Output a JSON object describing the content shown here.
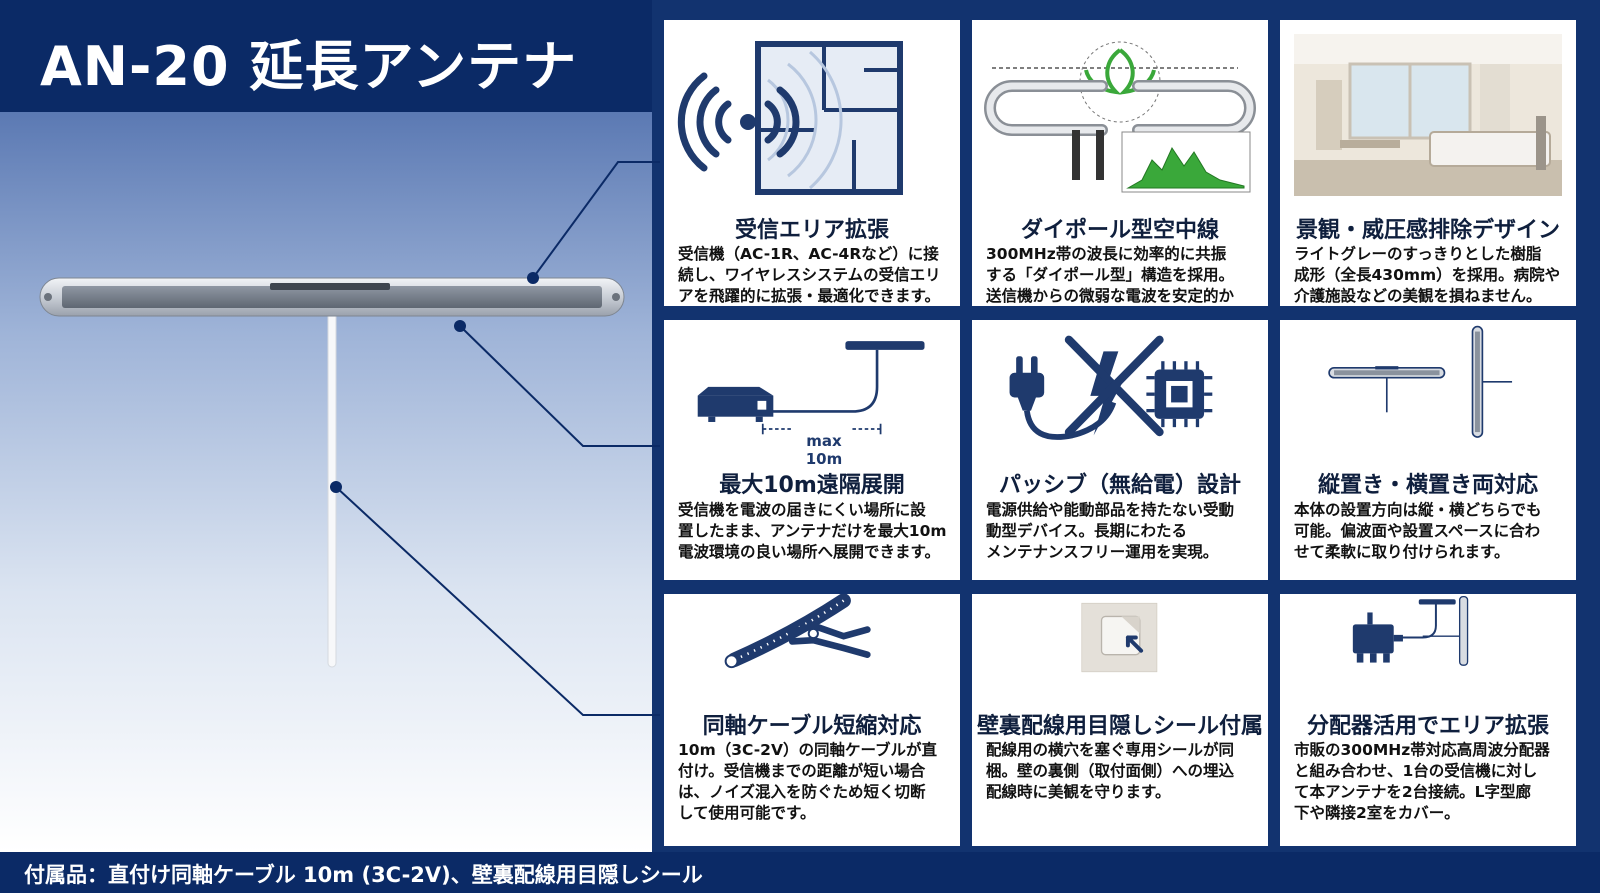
{
  "header": {
    "title": "AN-20 延長アンテナ"
  },
  "footer": {
    "text": "付属品：直付け同軸ケーブル 10m (3C-2V)、壁裏配線用目隠しシール"
  },
  "cards": [
    {
      "title": "受信エリア拡張",
      "lines": [
        "受信機（AC-1R、AC-4Rなど）に接",
        "続し、ワイヤレスシステムの受信エリ",
        "アを飛躍的に拡張・最適化できます。"
      ]
    },
    {
      "title": "ダイポール型空中線",
      "lines": [
        "300MHz帯の波長に効率的に共振",
        "する「ダイポール型」構造を採用。",
        "送信機からの微弱な電波を安定的か"
      ]
    },
    {
      "title": "景観・威圧感排除デザイン",
      "lines": [
        "ライトグレーのすっきりとした樹脂",
        "成形（全長430mm）を採用。病院や",
        "介護施設などの美観を損ねません。"
      ]
    },
    {
      "title": "最大10m遠隔展開",
      "lines": [
        "受信機を電波の届きにくい場所に設",
        "置したまま、アンテナだけを最大10m",
        "電波環境の良い場所へ展開できます。"
      ]
    },
    {
      "title": "パッシブ（無給電）設計",
      "lines": [
        "電源供給や能動部品を持たない受動",
        "動型デバイス。長期にわたる",
        "メンテナンスフリー運用を実現。"
      ]
    },
    {
      "title": "縦置き・横置き両対応",
      "lines": [
        "本体の設置方向は縦・横どちらでも",
        "可能。偏波面や設置スペースに合わ",
        "せて柔軟に取り付けられます。"
      ]
    },
    {
      "title": "同軸ケーブル短縮対応",
      "lines": [
        "10m（3C-2V）の同軸ケーブルが直",
        "付け。受信機までの距離が短い場合",
        "は、ノイズ混入を防ぐため短く切断",
        "して使用可能です。"
      ]
    },
    {
      "title": "壁裏配線用目隠しシール付属",
      "lines": [
        "配線用の横穴を塞ぐ専用シールが同",
        "梱。壁の裏側（取付面側）への埋込",
        "配線時に美観を守ります。"
      ]
    },
    {
      "title": "分配器活用でエリア拡張",
      "lines": [
        "市販の300MHz帯対応高周波分配器",
        "と組み合わせ、1台の受信機に対し",
        "て本アンテナを2台接続。L字型廊",
        "下や隣接2室をカバー。"
      ]
    }
  ],
  "illustrations": {
    "distance_label": "max 10m",
    "icons": [
      "wifi-floorplan-icon",
      "dipole-spectrum-icon",
      "hospital-room-photo",
      "receiver-cable-icon",
      "no-power-icon",
      "orientation-icon",
      "cable-cutter-icon",
      "sticker-icon",
      "splitter-icon"
    ]
  },
  "colors": {
    "navy": "#0b2a66",
    "panel": "#12336f",
    "green": "#3aa83a"
  }
}
